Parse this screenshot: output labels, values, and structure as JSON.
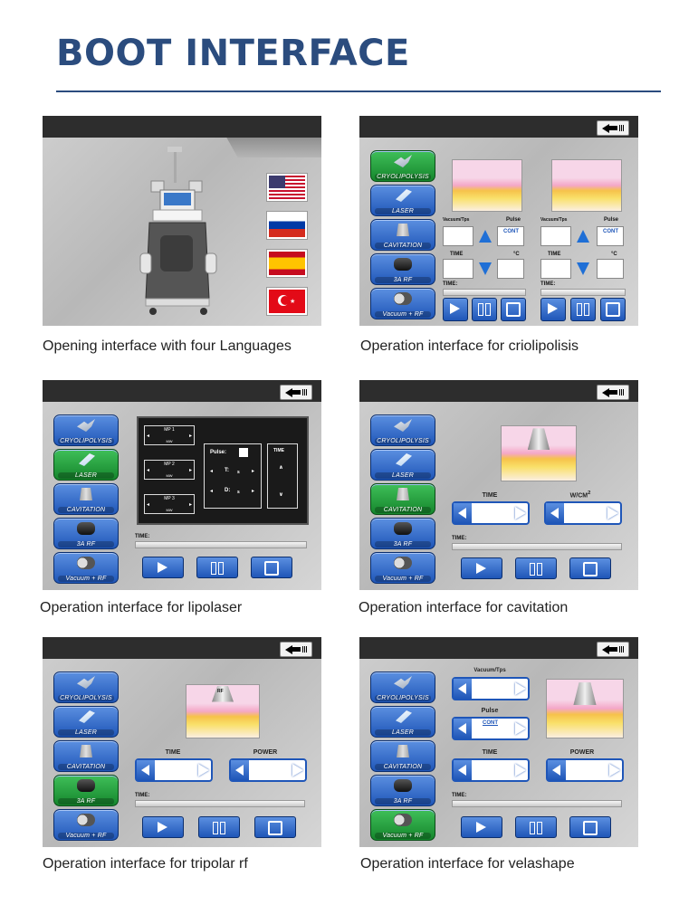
{
  "header": {
    "title": "BOOT INTERFACE"
  },
  "captions": {
    "p1": "Opening interface with four Languages",
    "p2": "Operation interface for criolipolisis",
    "p3": "Operation interface for lipolaser",
    "p4": "Operation interface for cavitation",
    "p5": "Operation interface for tripolar rf",
    "p6": "Operation interface for velashape"
  },
  "menu": {
    "cryo": "CRYOLIPOLYSIS",
    "laser": "LASER",
    "cavitation": "CAVITATION",
    "rf": "3A RF",
    "vacuum": "Vacuum + RF"
  },
  "labels": {
    "vacuum": "Vacuum/Tps",
    "pulse": "Pulse",
    "cont": "CONT",
    "time": "TIME",
    "celsius": "°C",
    "time_bar": "TIME:",
    "power": "POWER",
    "wcm2": "W/CM",
    "sq": "2",
    "mp1": "MP 1",
    "mp2": "MP 2",
    "mp3": "MP 3",
    "mw": "MW",
    "pulse_colon": "Pulse:",
    "t": "T:",
    "d": "D:",
    "s": "s",
    "rf_probe": "RF"
  },
  "flags": [
    "usa-flag",
    "russia-flag",
    "spain-flag",
    "turkey-flag"
  ],
  "colors": {
    "accent": "#2b4c7e",
    "button_blue": "#1f56b8",
    "button_green": "#15862c"
  }
}
